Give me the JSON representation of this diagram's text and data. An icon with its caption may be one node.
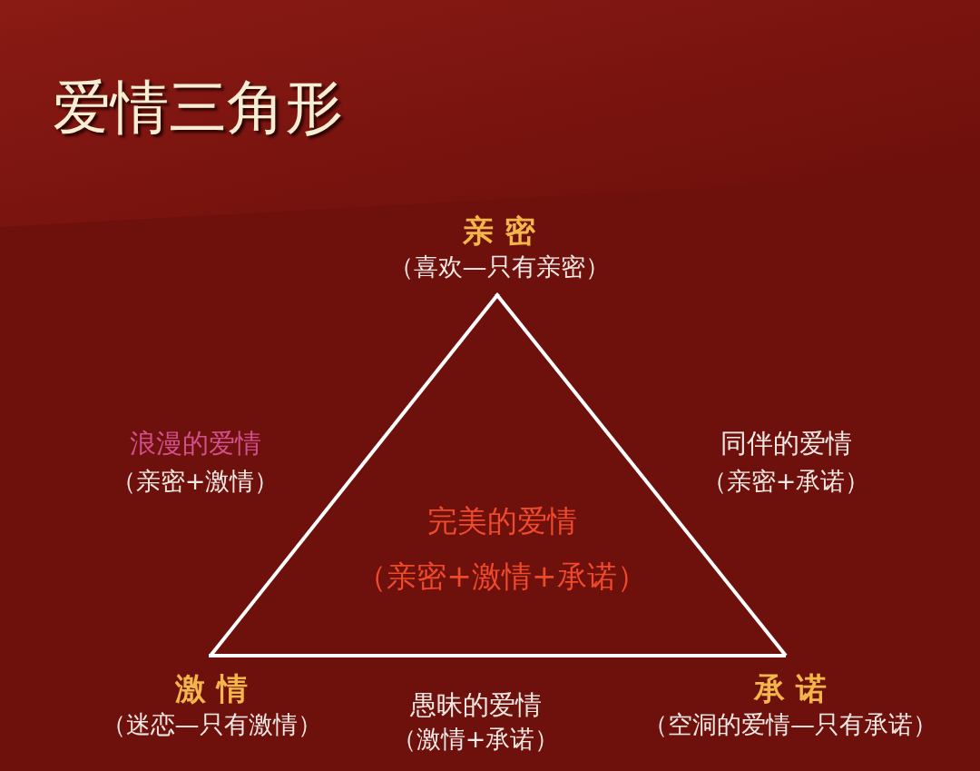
{
  "diagram": {
    "title": "爱情三角形",
    "nodes": [
      {
        "text": [
          "亲 密",
          "（喜欢—只有亲密）"
        ]
      },
      {
        "text": [
          "激 情",
          "（迷恋—只有激情）"
        ]
      },
      {
        "text": [
          "承 诺",
          "（空洞的爱情—只有承诺）"
        ]
      }
    ],
    "edges": [
      {
        "from": 0,
        "to": 1,
        "arrow": "none"
      },
      {
        "from": 0,
        "to": 2,
        "arrow": "none"
      },
      {
        "from": 1,
        "to": 2,
        "arrow": "none"
      }
    ],
    "labels": [
      "浪漫的爱情",
      "（亲密+激情）",
      "同伴的爱情",
      "（亲密+承诺）",
      "完美的爱情",
      "（亲密+激情+承诺）",
      "愚昧的爱情",
      "（激情+承诺）"
    ]
  }
}
